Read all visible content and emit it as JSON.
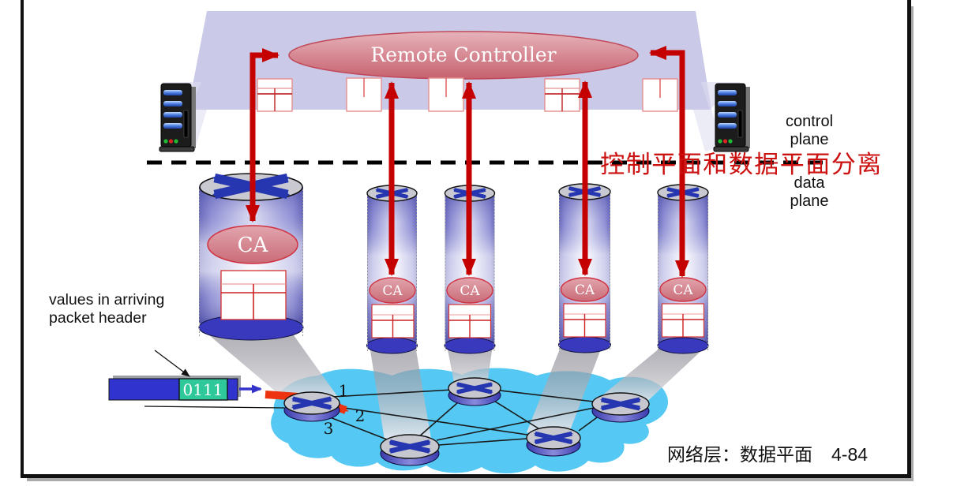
{
  "controller": {
    "label": "Remote Controller"
  },
  "planes": {
    "control": [
      "control",
      "plane"
    ],
    "data": [
      "data",
      "plane"
    ]
  },
  "annotations": {
    "separation_note": "控制平面和数据平面分离",
    "packet_note": [
      "values in arriving",
      "packet header"
    ]
  },
  "switch": {
    "ca_label": "CA"
  },
  "packet": {
    "header_value": "0111"
  },
  "ports": [
    "1",
    "2",
    "3"
  ],
  "footer": {
    "caption": "网络层：数据平面",
    "page": "4-84"
  },
  "icons": {
    "server": "server-tower-icon",
    "router": "router-crossed-arrows-icon",
    "flow_table": "flow-table-icon",
    "cloud": "network-cloud"
  },
  "colors": {
    "control_red": "#c40000",
    "forward_orange": "#ee3311",
    "cloud_blue": "#55c9f3",
    "plane_lavender": "#cacae8",
    "controller_rose": "#cf7380",
    "packet_blue": "#3133ce",
    "packet_teal": "#2fc89a",
    "note_red": "#cc1111"
  }
}
